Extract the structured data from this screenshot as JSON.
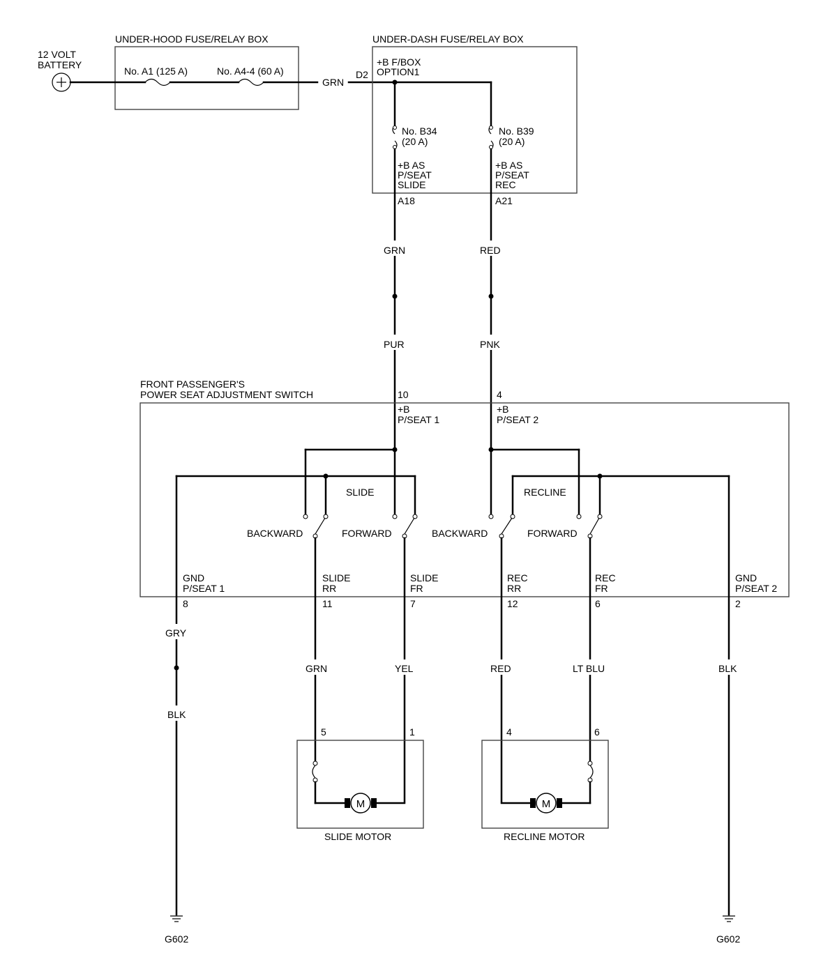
{
  "battery": {
    "label_line1": "12 VOLT",
    "label_line2": "BATTERY"
  },
  "under_hood_box": {
    "title": "UNDER-HOOD FUSE/RELAY BOX",
    "fuse_a1": "No. A1 (125 A)",
    "fuse_a4": "No. A4-4 (60 A)"
  },
  "wire_grn_main": "GRN",
  "under_dash_box": {
    "title": "UNDER-DASH FUSE/RELAY BOX",
    "connector_d2": "D2",
    "bus_line1": "+B F/BOX",
    "bus_line2": "OPTION1",
    "fuse_b34_line1": "No. B34",
    "fuse_b34_line2": "(20 A)",
    "fuse_b39_line1": "No. B39",
    "fuse_b39_line2": "(20 A)",
    "out_slide_line1": "+B AS",
    "out_slide_line2": "P/SEAT",
    "out_slide_line3": "SLIDE",
    "out_rec_line1": "+B AS",
    "out_rec_line2": "P/SEAT",
    "out_rec_line3": "REC",
    "pin_a18": "A18",
    "pin_a21": "A21"
  },
  "wires_upper": {
    "grn": "GRN",
    "red": "RED",
    "pur": "PUR",
    "pnk": "PNK"
  },
  "switch": {
    "title_line1": "FRONT PASSENGER'S",
    "title_line2": "POWER SEAT ADJUSTMENT SWITCH",
    "pin_10": "10",
    "pin_4": "4",
    "in1_line1": "+B",
    "in1_line2": "P/SEAT 1",
    "in2_line1": "+B",
    "in2_line2": "P/SEAT 2",
    "slide_label": "SLIDE",
    "recline_label": "RECLINE",
    "backward_1": "BACKWARD",
    "forward_1": "FORWARD",
    "backward_2": "BACKWARD",
    "forward_2": "FORWARD",
    "gnd1_line1": "GND",
    "gnd1_line2": "P/SEAT 1",
    "slide_rr_line1": "SLIDE",
    "slide_rr_line2": "RR",
    "slide_fr_line1": "SLIDE",
    "slide_fr_line2": "FR",
    "rec_rr_line1": "REC",
    "rec_rr_line2": "RR",
    "rec_fr_line1": "REC",
    "rec_fr_line2": "FR",
    "gnd2_line1": "GND",
    "gnd2_line2": "P/SEAT 2",
    "pin_8": "8",
    "pin_11": "11",
    "pin_7": "7",
    "pin_12": "12",
    "pin_6": "6",
    "pin_2": "2"
  },
  "wires_lower": {
    "gry": "GRY",
    "blk_left": "BLK",
    "grn": "GRN",
    "yel": "YEL",
    "red": "RED",
    "lt_blu": "LT BLU",
    "blk_right": "BLK"
  },
  "slide_motor": {
    "label": "SLIDE MOTOR",
    "pin_5": "5",
    "pin_1": "1",
    "symbol": "M"
  },
  "recline_motor": {
    "label": "RECLINE MOTOR",
    "pin_4": "4",
    "pin_6": "6",
    "symbol": "M"
  },
  "ground_left": "G602",
  "ground_right": "G602"
}
